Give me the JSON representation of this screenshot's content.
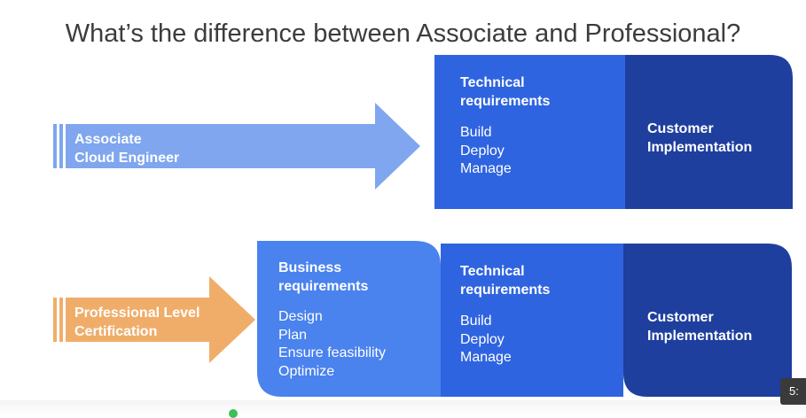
{
  "title": "What’s the difference between Associate and Professional?",
  "rows": [
    {
      "arrow_label": "Associate\nCloud Engineer",
      "arrow_color": "#7fa6ee",
      "sections": [
        {
          "heading": "Technical\nrequirements",
          "items": [
            "Build",
            "Deploy",
            "Manage"
          ],
          "color": "#2f64e0"
        },
        {
          "heading": "Customer\nImplementation",
          "items": [],
          "color": "#1f3f9e"
        }
      ]
    },
    {
      "arrow_label": "Professional Level\nCertification",
      "arrow_color": "#f0ad6a",
      "sections": [
        {
          "heading": "Business\nrequirements",
          "items": [
            "Design",
            "Plan",
            "Ensure feasibility",
            "Optimize"
          ],
          "color": "#4a82ee"
        },
        {
          "heading": "Technical\nrequirements",
          "items": [
            "Build",
            "Deploy",
            "Manage"
          ],
          "color": "#2f64e0"
        },
        {
          "heading": "Customer\nImplementation",
          "items": [],
          "color": "#1f3f9e"
        }
      ]
    }
  ],
  "player": {
    "time_text": "5:"
  }
}
